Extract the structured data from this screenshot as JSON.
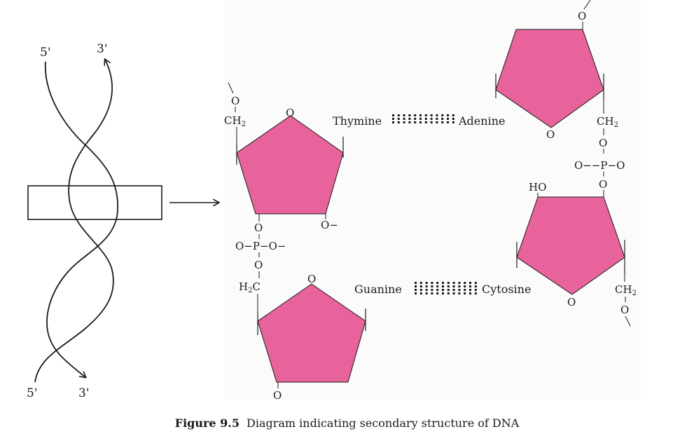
{
  "strand_ends": {
    "top_left": "5'",
    "top_right": "3'",
    "bottom_left": "5'",
    "bottom_right": "3'"
  },
  "sugars": {
    "sugar1": {
      "ring_o": "O",
      "linker_top": "O",
      "linker_ch2": "CH",
      "linker_sub": "2",
      "side_o": "O−"
    },
    "sugar2": {
      "ring_o": "O",
      "linker_ch2": "H",
      "linker_sub": "2",
      "linker_c": "C",
      "bottom_o": "O"
    },
    "sugar3": {
      "ring_o": "O",
      "top_o": "O",
      "linker_ch2": "CH",
      "linker_sub": "2"
    },
    "sugar4": {
      "ring_o": "O",
      "ho": "HO",
      "linker_ch2": "CH",
      "linker_sub": "2",
      "bottom_o": "O"
    }
  },
  "phosphate_left": {
    "o_top": "O",
    "p_row": "O−P−O−",
    "o_bottom": "O"
  },
  "phosphate_right": {
    "o_top": "O",
    "p_row": "O−−P−O",
    "o_bottom": "O"
  },
  "base_pairs": {
    "pair1_left": "Thymine",
    "pair1_right": "Adenine",
    "pair2_left": "Guanine",
    "pair2_right": "Cytosine"
  },
  "caption": {
    "number": "Figure 9.5",
    "text": "Diagram indicating secondary structure of DNA"
  },
  "colors": {
    "sugar_fill": "#e8639b",
    "line": "#1a1a1a"
  }
}
